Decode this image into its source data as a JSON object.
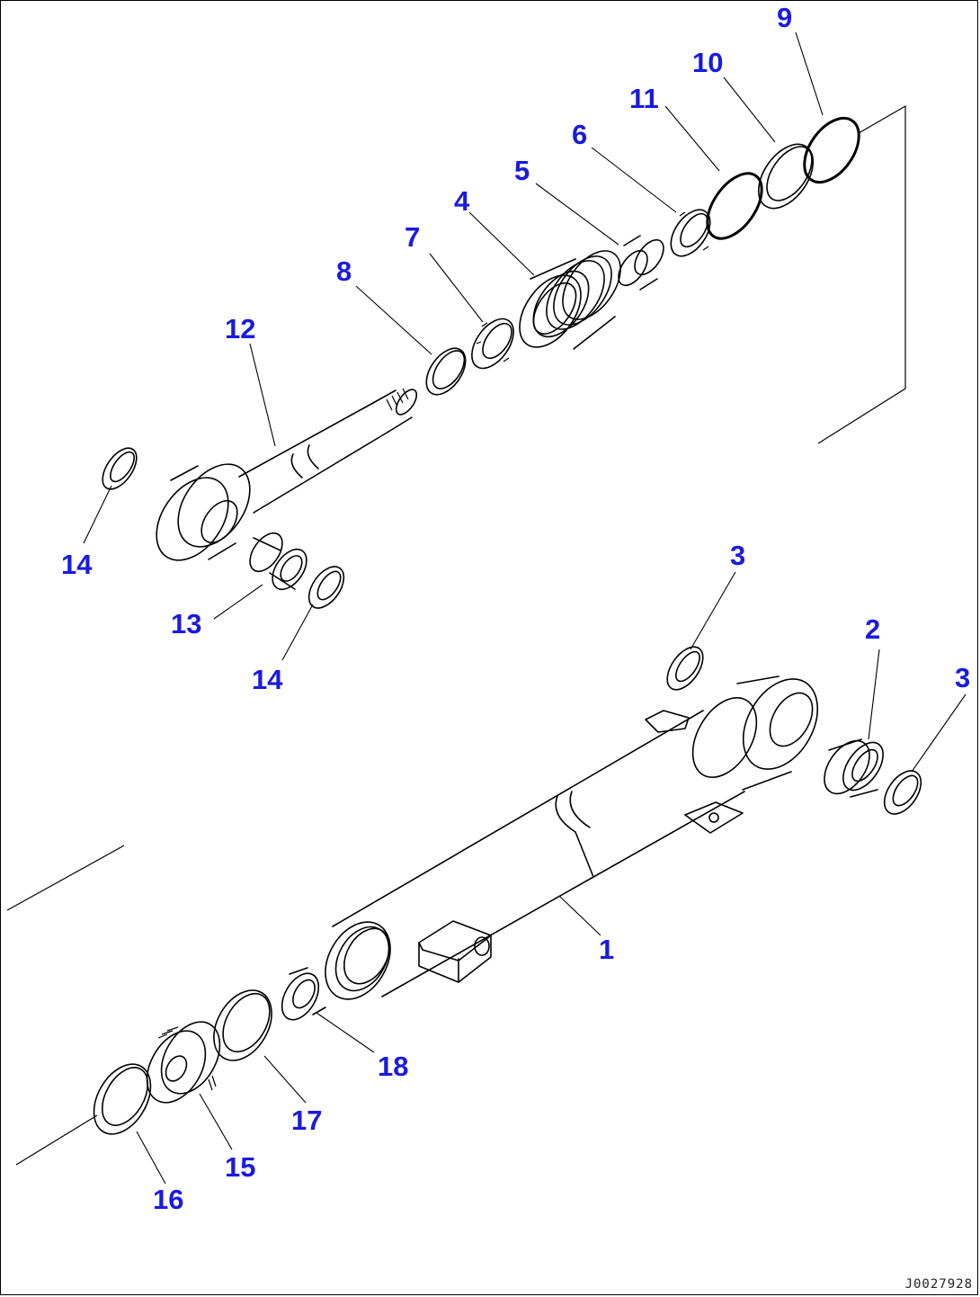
{
  "diagram": {
    "drawing_id": "J0027928",
    "callouts": [
      {
        "label": "9"
      },
      {
        "label": "10"
      },
      {
        "label": "11"
      },
      {
        "label": "6"
      },
      {
        "label": "5"
      },
      {
        "label": "4"
      },
      {
        "label": "7"
      },
      {
        "label": "8"
      },
      {
        "label": "12"
      },
      {
        "label": "14"
      },
      {
        "label": "13"
      },
      {
        "label": "14"
      },
      {
        "label": "3"
      },
      {
        "label": "2"
      },
      {
        "label": "3"
      },
      {
        "label": "1"
      },
      {
        "label": "18"
      },
      {
        "label": "17"
      },
      {
        "label": "15"
      },
      {
        "label": "16"
      }
    ],
    "callout_color": "#1a1ae0",
    "line_color": "#000000"
  }
}
